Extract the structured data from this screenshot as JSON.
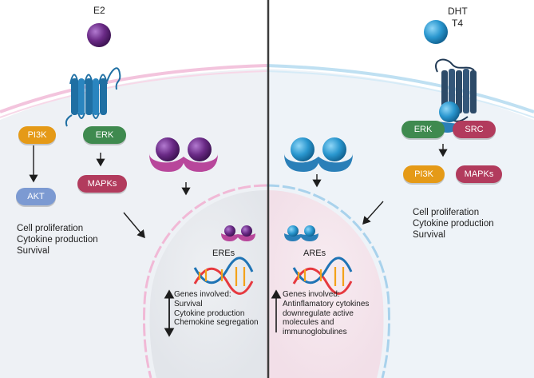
{
  "left": {
    "ligand": "E2",
    "pi3k": "PI3K",
    "akt": "AKT",
    "erk": "ERK",
    "mapks": "MAPKs",
    "effects": [
      "Cell proliferation",
      "Cytokine production",
      "Survival"
    ],
    "elements": "EREs",
    "genes_title": "Genes involved:",
    "genes": [
      "Survival",
      "Cytokine production",
      "Chemokine segregation"
    ]
  },
  "right": {
    "ligand_line1": "DHT",
    "ligand_line2": "T4",
    "erk": "ERK",
    "src": "SRC",
    "pi3k": "PI3K",
    "mapks": "MAPKs",
    "effects": [
      "Cell proliferation",
      "Cytokine production",
      "Survival"
    ],
    "elements": "AREs",
    "genes_title": "Genes involved:",
    "genes": [
      "Antinflamatory cytokines",
      "downregulate active",
      "molecules and",
      "immunoglobulines"
    ]
  },
  "colors": {
    "estrogen": "#6a2a86",
    "androgen": "#2a97cf",
    "receptor_left": "#b8479b",
    "receptor_right": "#2a7fb8",
    "gpcr": "#1f6fa3",
    "pi3k": "#e59a17",
    "akt": "#7c9ad2",
    "erk": "#3f8a4f",
    "mapks": "#b23b5d",
    "src": "#b23b5d",
    "divider": "#3c3c3c"
  }
}
